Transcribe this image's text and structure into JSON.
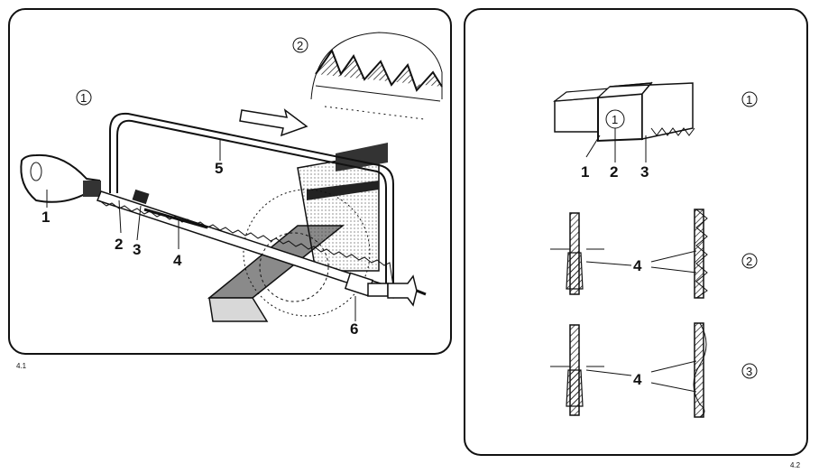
{
  "figure_4_1": {
    "caption": "4.1",
    "view1_marker": "1",
    "view2_marker": "2",
    "parts": [
      "1",
      "2",
      "3",
      "4",
      "5",
      "6"
    ]
  },
  "figure_4_2": {
    "caption": "4.2",
    "view_markers": [
      "1",
      "2",
      "3"
    ],
    "parts_top": [
      "1",
      "2",
      "3"
    ],
    "part_4_label": "4"
  },
  "colors": {
    "ink": "#111111",
    "paper": "#ffffff",
    "wood": "#8a8a8a"
  }
}
